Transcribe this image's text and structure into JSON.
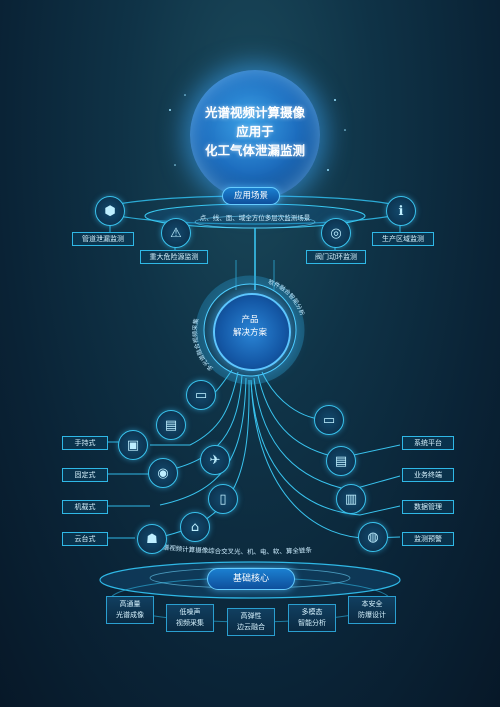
{
  "globe": {
    "title_lines": [
      "光谱视频计算摄像",
      "应用于",
      "化工气体泄漏监测"
    ]
  },
  "application": {
    "label": "应用场景",
    "caption": "点、线、面、域全方位多层次监测场景",
    "items": [
      {
        "label": "管道泄漏监测",
        "icon": "pipe-valve-icon"
      },
      {
        "label": "重大危险源监测",
        "icon": "hazard-warning-icon"
      },
      {
        "label": "阀门动环监测",
        "icon": "valve-wheel-icon"
      },
      {
        "label": "生产区域监测",
        "icon": "factory-icon"
      }
    ]
  },
  "solution": {
    "label_lines": [
      "产品",
      "解决方案"
    ],
    "arc_left": "多光谱融合视频采集",
    "arc_right": "软件融合智能分析",
    "left_items": [
      {
        "label": "手持式",
        "icon": "handheld-camera-icon"
      },
      {
        "label": "固定式",
        "icon": "fixed-camera-icon"
      },
      {
        "label": "机载式",
        "icon": "drone-icon"
      },
      {
        "label": "云台式",
        "icon": "ptz-camera-icon"
      }
    ],
    "right_items": [
      {
        "label": "系统平台",
        "icon": "monitor-icon"
      },
      {
        "label": "业务终端",
        "icon": "terminal-icon"
      },
      {
        "label": "数据管理",
        "icon": "bar-chart-icon"
      },
      {
        "label": "监测预警",
        "icon": "alarm-icon"
      }
    ]
  },
  "core": {
    "caption": "光谱视频计算摄像综合交叉光、机、电、软、算全链条",
    "label": "基础核心",
    "items": [
      [
        "高通量",
        "光谱成像"
      ],
      [
        "低噪声",
        "视频采集"
      ],
      [
        "高弹性",
        "边云融合"
      ],
      [
        "多模态",
        "智能分析"
      ],
      [
        "本安全",
        "防爆设计"
      ]
    ]
  }
}
